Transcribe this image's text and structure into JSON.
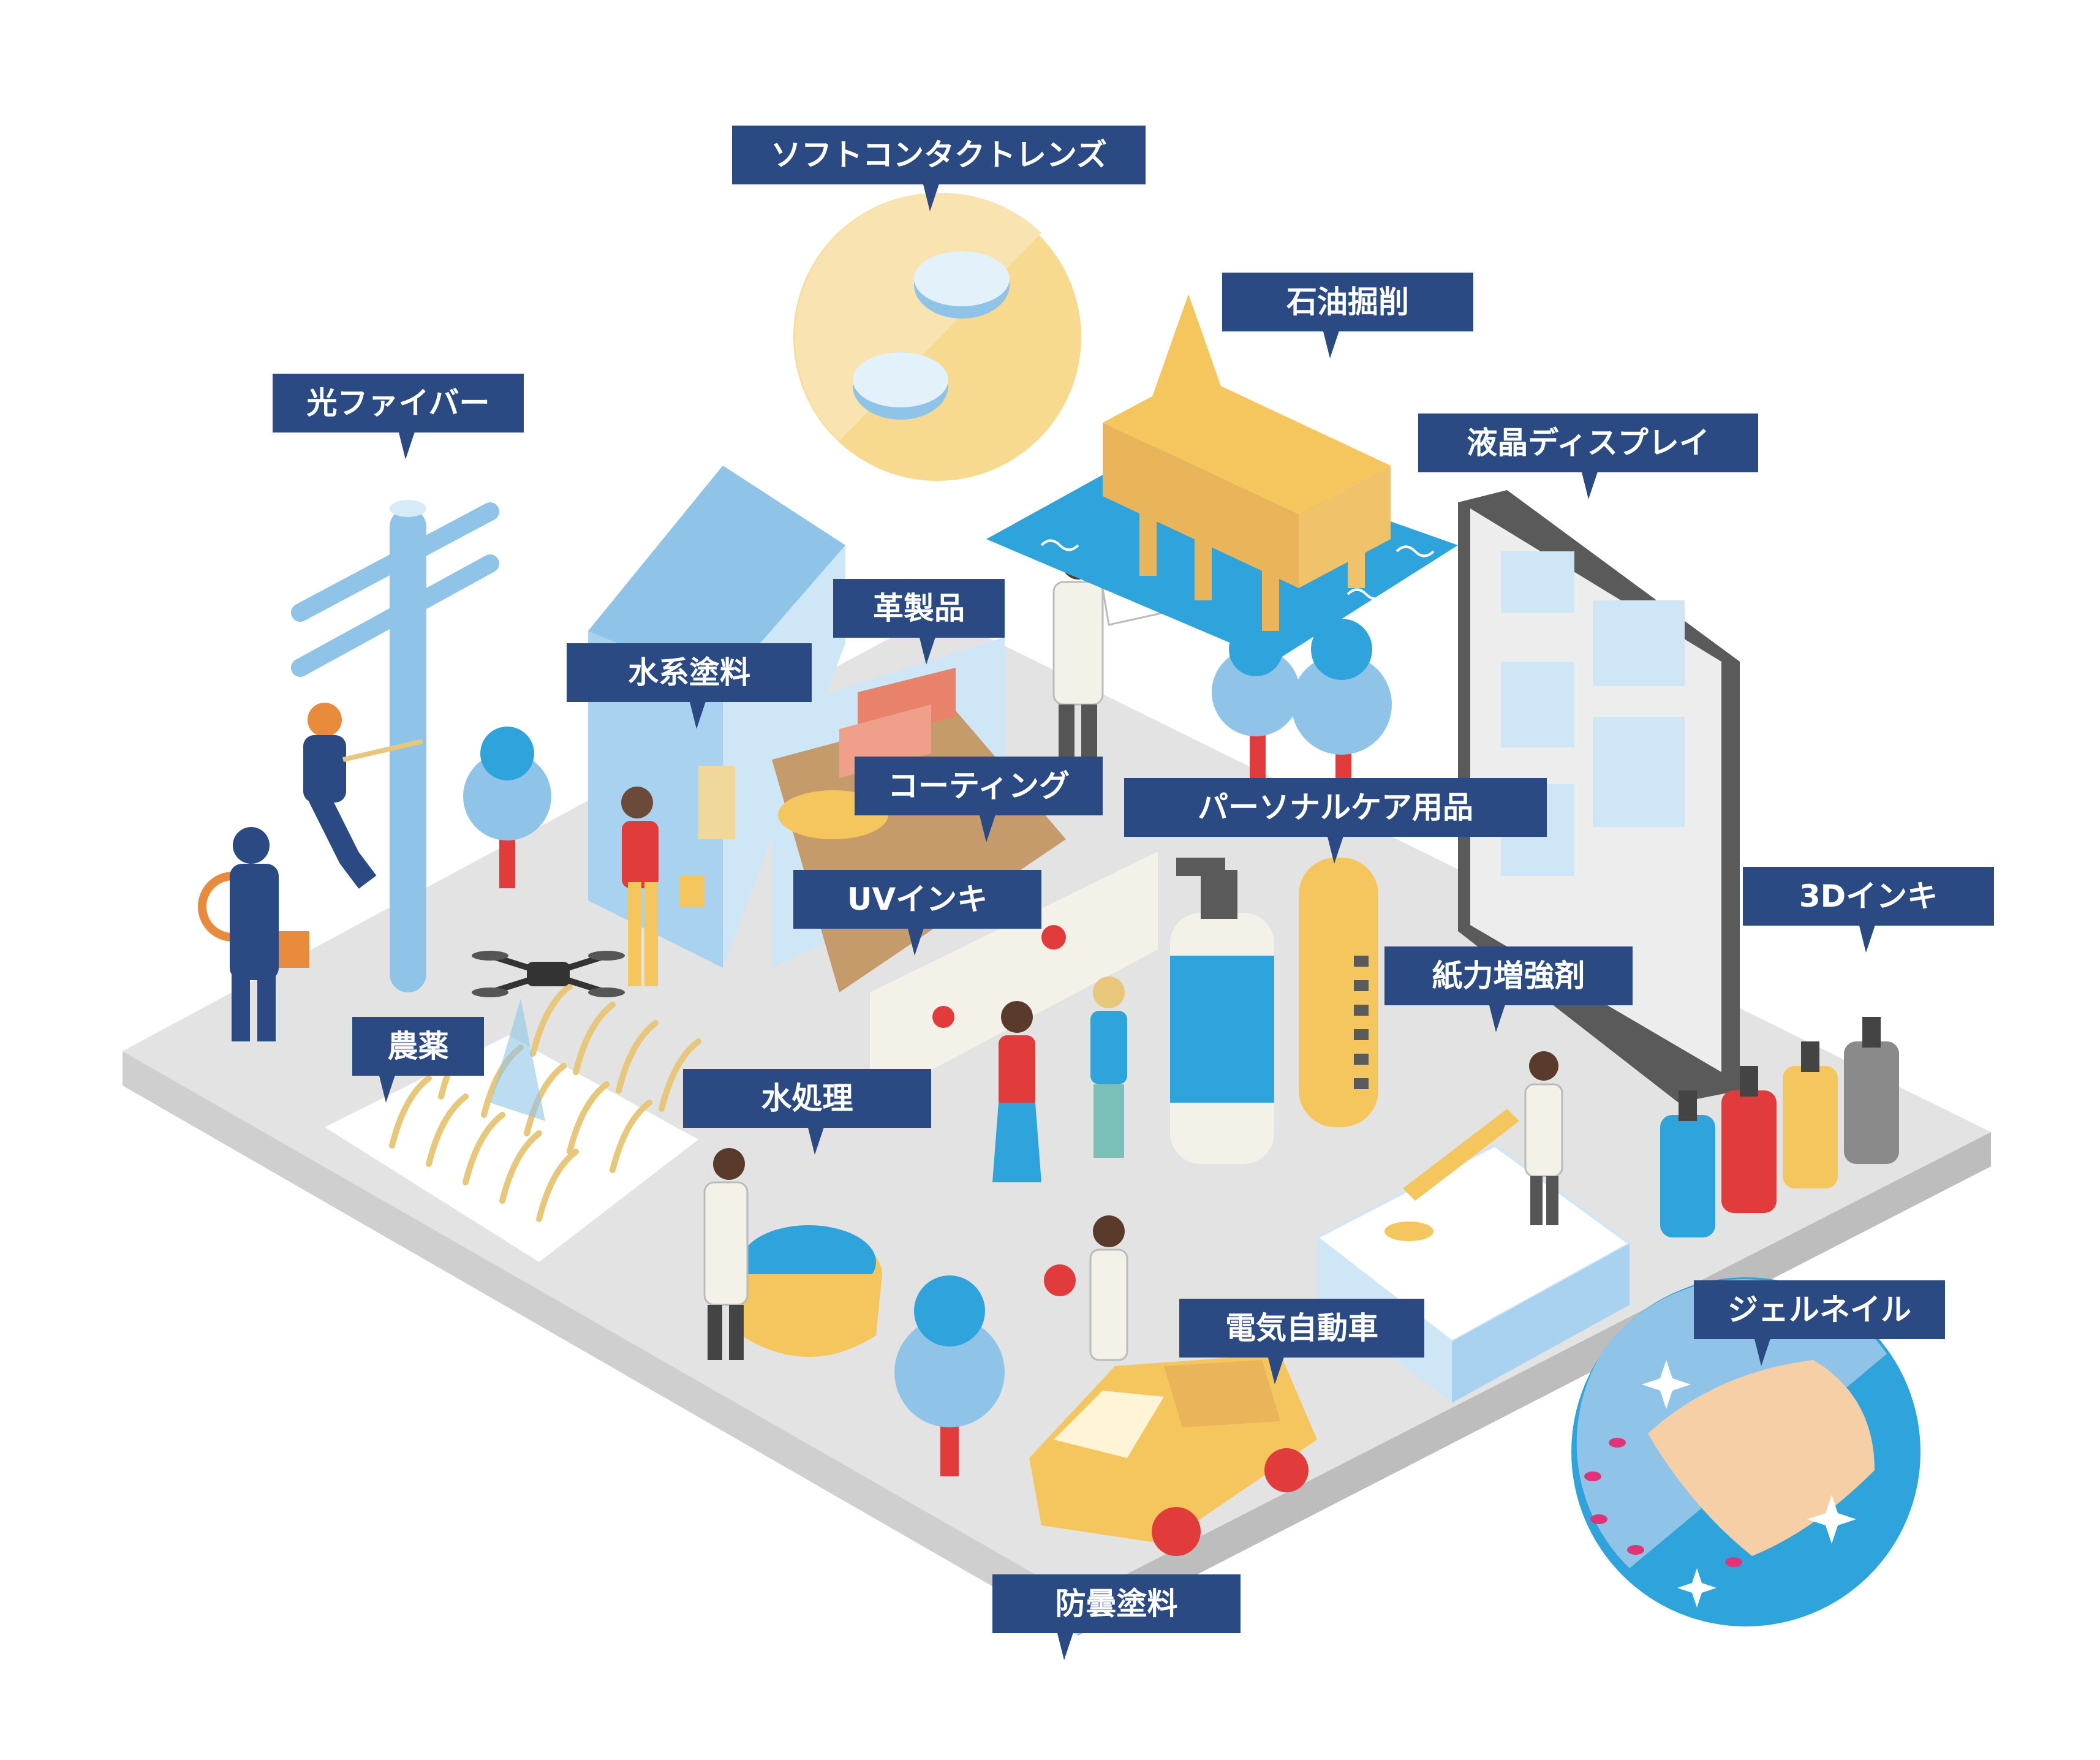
{
  "colors": {
    "label_bg": "#2b4a84",
    "label_text": "#ffffff",
    "accent_blue": "#2fa3dc",
    "light_blue": "#8fc4e8",
    "yellow": "#f5c65e",
    "red": "#e13b3b",
    "platform": "#e3e3e3"
  },
  "labels": {
    "soft_contact_lens": "ソフトコンタクトレンズ",
    "oil_drilling": "石油掘削",
    "optical_fiber": "光ファイバー",
    "lcd": "液晶ディスプレイ",
    "leather": "革製品",
    "water_paint": "水系塗料",
    "coating": "コーティング",
    "personal_care": "パーソナルケア用品",
    "uv_ink": "UVインキ",
    "ink_3d": "3Dインキ",
    "paper_strength": "紙力増強剤",
    "pesticide": "農薬",
    "water_treatment": "水処理",
    "gel_nail": "ジェルネイル",
    "ev": "電気自動車",
    "antifog_paint": "防曇塗料"
  },
  "icons": {
    "lens": "contact-lens-icon",
    "rig": "oil-rig-icon",
    "pole": "utility-pole-icon",
    "tablet": "tablet-display-icon",
    "bottle": "pump-bottle-icon",
    "car": "car-icon",
    "hand": "hand-nail-icon",
    "drone": "drone-icon"
  }
}
